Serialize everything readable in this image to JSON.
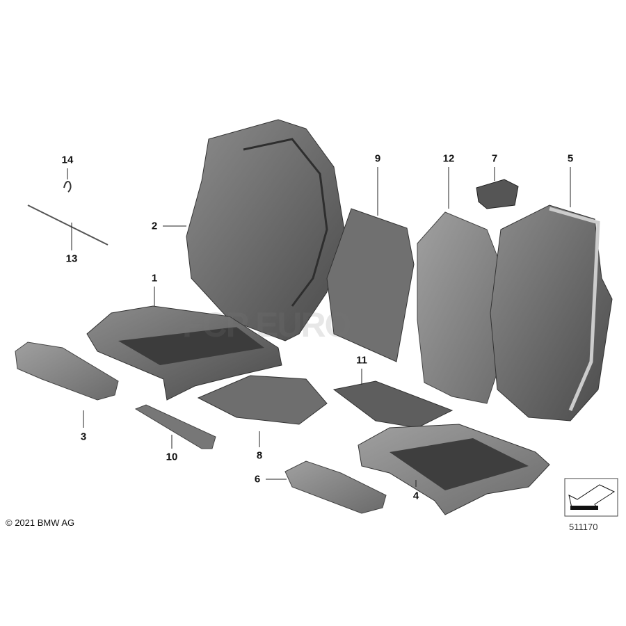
{
  "diagram": {
    "callouts": [
      "1",
      "2",
      "3",
      "4",
      "5",
      "6",
      "7",
      "8",
      "9",
      "10",
      "11",
      "12",
      "13",
      "14"
    ],
    "copyright": "© 2021 BMW AG",
    "reference_number": "511170",
    "watermark": "FCP EURO"
  }
}
